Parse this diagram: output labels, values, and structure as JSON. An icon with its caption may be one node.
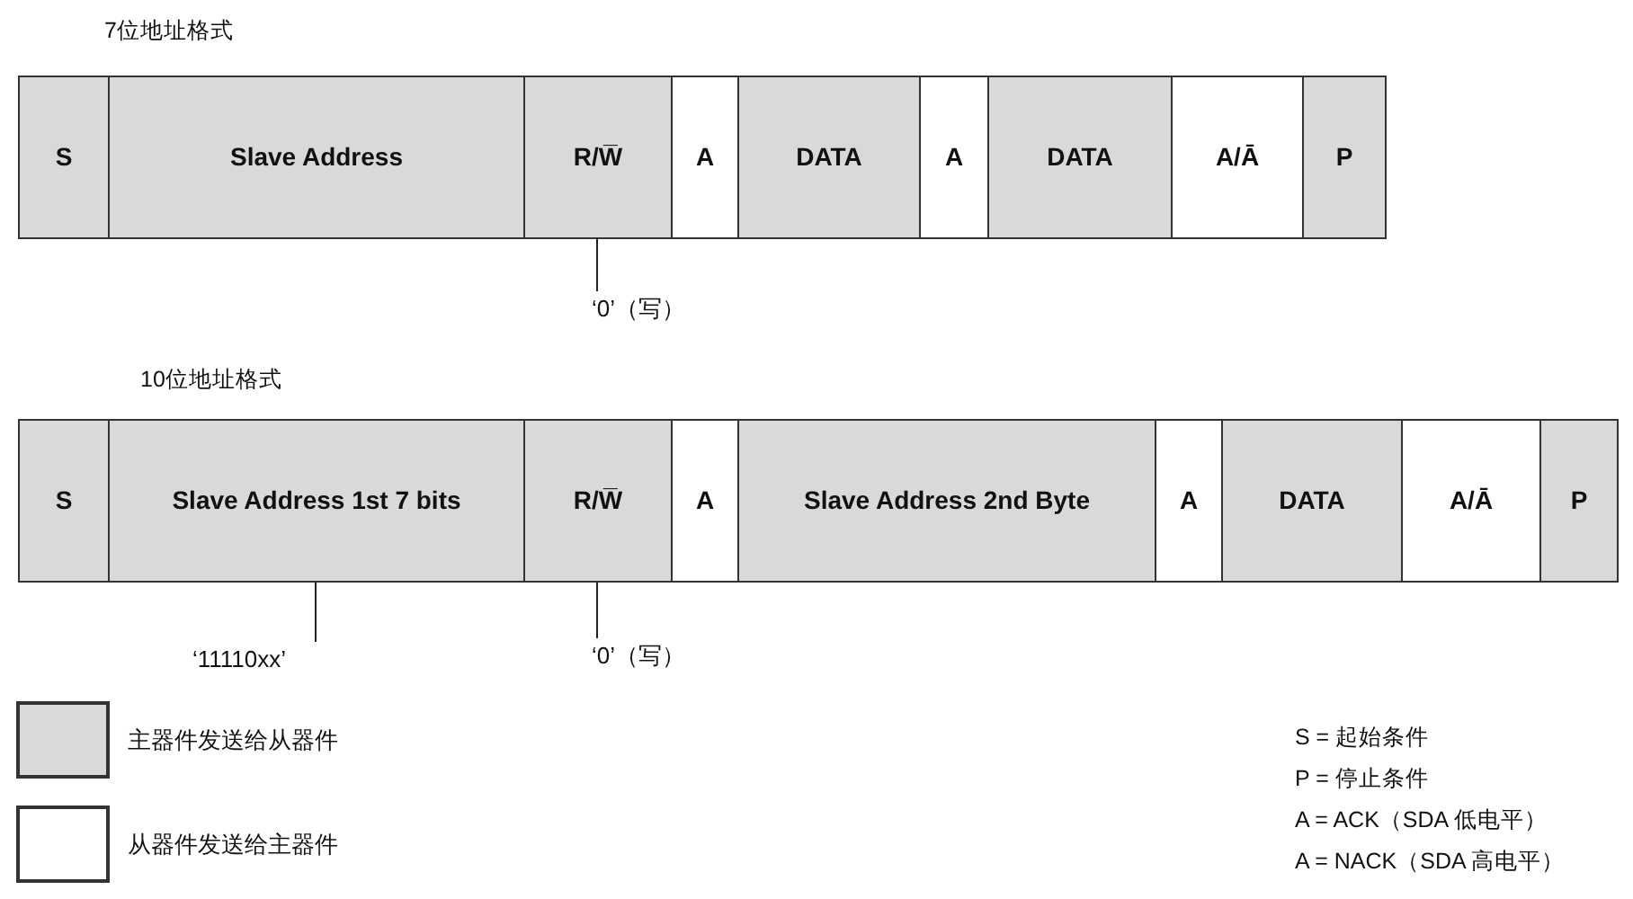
{
  "diagram": {
    "nodes": [
      {
        "text": [
          "S"
        ]
      },
      {
        "text": [
          "Slave Address"
        ]
      },
      {
        "text": [
          "R/W̅"
        ]
      },
      {
        "text": [
          "A"
        ]
      },
      {
        "text": [
          "DATA"
        ]
      },
      {
        "text": [
          "A"
        ]
      },
      {
        "text": [
          "DATA"
        ]
      },
      {
        "text": [
          "A/Ā"
        ]
      },
      {
        "text": [
          "P"
        ]
      },
      {
        "text": [
          "‘0’（写）"
        ]
      },
      {
        "text": [
          "S"
        ]
      },
      {
        "text": [
          "Slave Address 1st 7 bits"
        ]
      },
      {
        "text": [
          "R/W̅"
        ]
      },
      {
        "text": [
          "A"
        ]
      },
      {
        "text": [
          "Slave Address 2nd Byte"
        ]
      },
      {
        "text": [
          "A"
        ]
      },
      {
        "text": [
          "DATA"
        ]
      },
      {
        "text": [
          "A/Ā"
        ]
      },
      {
        "text": [
          "P"
        ]
      },
      {
        "text": [
          "‘11110xx’"
        ]
      },
      {
        "text": [
          "‘0’（写）"
        ]
      }
    ],
    "edges": [
      {
        "from": 9,
        "to": 2,
        "arrow": "none"
      },
      {
        "from": 19,
        "to": 11,
        "arrow": "none"
      },
      {
        "from": 20,
        "to": 12,
        "arrow": "none"
      }
    ],
    "labels": [
      "7位地址格式",
      "10位地址格式",
      "S = 起始条件",
      "P = 停止条件",
      "A = ACK（SDA 低电平）",
      "A = NACK（SDA 高电平）"
    ],
    "legend": [
      {
        "text": "主器件发送给从器件",
        "color": "#d9d9d9"
      },
      {
        "text": "从器件发送给主器件",
        "color": "#ffffff"
      }
    ]
  }
}
